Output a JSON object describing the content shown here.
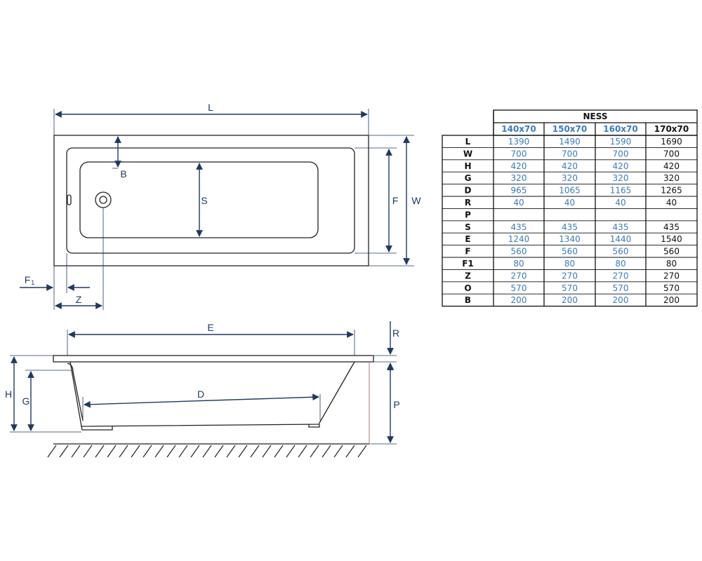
{
  "drawing": {
    "labels": {
      "L": "L",
      "W": "W",
      "F": "F",
      "S": "S",
      "B": "B",
      "Z": "Z",
      "F1_main": "F",
      "F1_sub": "1",
      "E": "E",
      "D": "D",
      "H": "H",
      "G": "G",
      "R": "R",
      "P": "P"
    }
  },
  "table": {
    "header": "NESS",
    "columns": [
      "140x70",
      "150x70",
      "160x70",
      "170x70"
    ],
    "rows": [
      {
        "label": "L",
        "values": [
          "1390",
          "1490",
          "1590",
          "1690"
        ]
      },
      {
        "label": "W",
        "values": [
          "700",
          "700",
          "700",
          "700"
        ]
      },
      {
        "label": "H",
        "values": [
          "420",
          "420",
          "420",
          "420"
        ]
      },
      {
        "label": "G",
        "values": [
          "320",
          "320",
          "320",
          "320"
        ]
      },
      {
        "label": "D",
        "values": [
          "965",
          "1065",
          "1165",
          "1265"
        ]
      },
      {
        "label": "R",
        "values": [
          "40",
          "40",
          "40",
          "40"
        ]
      },
      {
        "label": "P",
        "values": [
          "",
          "",
          "",
          ""
        ]
      },
      {
        "label": "S",
        "values": [
          "435",
          "435",
          "435",
          "435"
        ]
      },
      {
        "label": "E",
        "values": [
          "1240",
          "1340",
          "1440",
          "1540"
        ]
      },
      {
        "label": "F",
        "values": [
          "560",
          "560",
          "560",
          "560"
        ]
      },
      {
        "label": "F1",
        "values": [
          "80",
          "80",
          "80",
          "80"
        ]
      },
      {
        "label": "Z",
        "values": [
          "270",
          "270",
          "270",
          "270"
        ]
      },
      {
        "label": "O",
        "values": [
          "570",
          "570",
          "570",
          "570"
        ]
      },
      {
        "label": "B",
        "values": [
          "200",
          "200",
          "200",
          "200"
        ]
      }
    ]
  },
  "colors": {
    "dimension": "#1f3a5f",
    "outline": "#222222",
    "highlight_values": "#3a7bbf",
    "table_text": "#111111"
  }
}
